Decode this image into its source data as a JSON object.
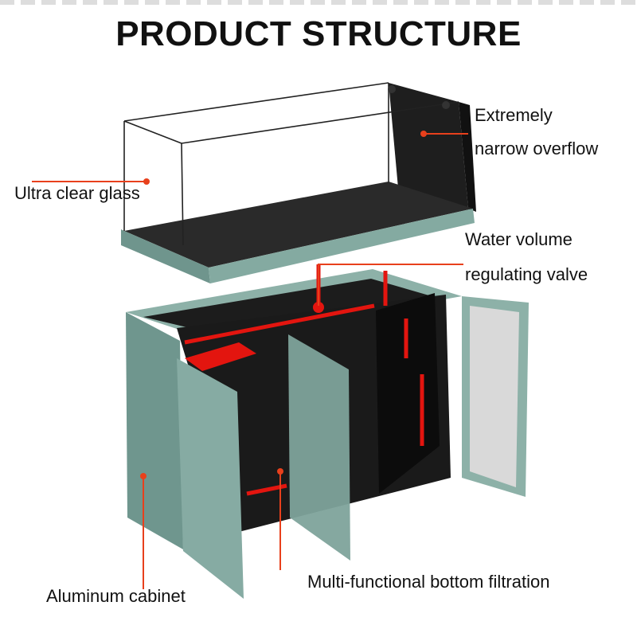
{
  "title": "PRODUCT STRUCTURE",
  "labels": {
    "overflow_line1": "Extremely",
    "overflow_line2": "narrow overflow",
    "glass": "Ultra clear glass",
    "valve_line1": "Water volume",
    "valve_line2": "regulating valve",
    "filtration": "Multi-functional bottom filtration",
    "cabinet": "Aluminum cabinet"
  },
  "colors": {
    "callout": "#e8401c",
    "cabinet": "#7fa39b",
    "plumbing": "#e3150f",
    "interior": "#1a1a1a"
  }
}
